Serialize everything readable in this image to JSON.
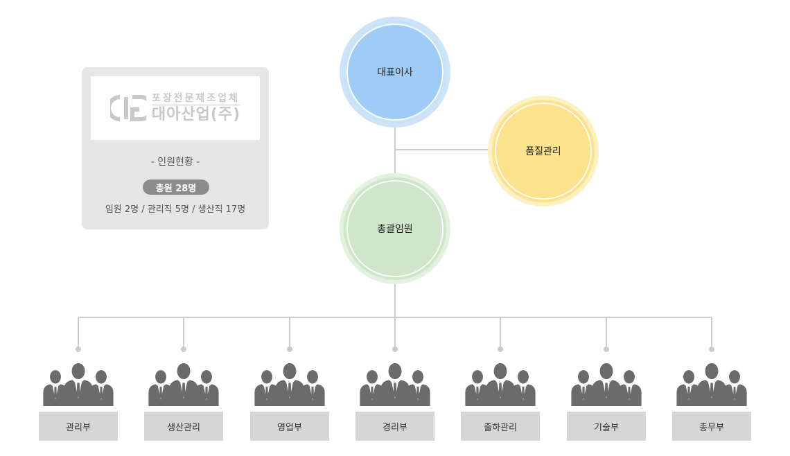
{
  "info_box": {
    "logo": {
      "tagline": "포장전문제조업체",
      "company": "대아산업(주)",
      "mark_icon": "company-logo-mark-icon"
    },
    "title": "- 인원현황 -",
    "total_badge": "총원 28명",
    "breakdown": "임원 2명 / 관리직 5명 / 생산직 17명"
  },
  "nodes": {
    "ceo": "대표이사",
    "quality": "품질관리",
    "general": "총괄임원"
  },
  "departments": [
    {
      "label": "관리부",
      "icon": "staff-group-icon"
    },
    {
      "label": "생산관리",
      "icon": "staff-group-icon"
    },
    {
      "label": "영업부",
      "icon": "staff-group-icon"
    },
    {
      "label": "경리부",
      "icon": "staff-group-icon"
    },
    {
      "label": "출하관리",
      "icon": "staff-group-icon"
    },
    {
      "label": "기술부",
      "icon": "staff-group-icon"
    },
    {
      "label": "총무부",
      "icon": "staff-group-icon"
    }
  ],
  "colors": {
    "ceo": "#9fccf6",
    "quality": "#fde28e",
    "general": "#cfe6ca",
    "line": "#cccccc",
    "figure": "#6b6b6b",
    "dept_label_bg": "#d6d6d6"
  }
}
